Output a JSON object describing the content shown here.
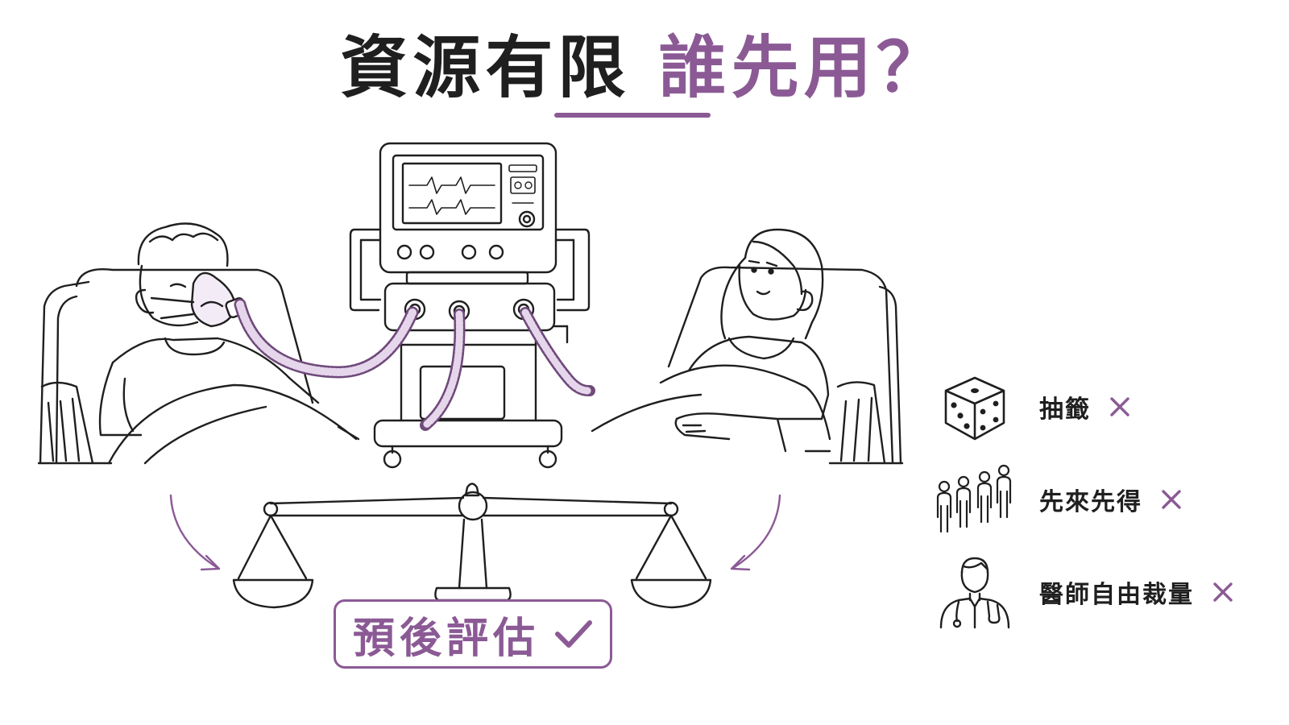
{
  "title": {
    "part1": "資源有限",
    "part2": "誰先用？"
  },
  "verdict": {
    "label": "預後評估",
    "mark": "check-icon"
  },
  "methods": [
    {
      "label": "抽籤",
      "icon": "dice-icon",
      "mark": "cross-icon"
    },
    {
      "label": "先來先得",
      "icon": "queue-people-icon",
      "mark": "cross-icon"
    },
    {
      "label": "醫師自由裁量",
      "icon": "doctor-icon",
      "mark": "cross-icon"
    }
  ],
  "colors": {
    "accent": "#8b5a95",
    "ink": "#1f1f1f",
    "tube": "#c8a9d2"
  }
}
